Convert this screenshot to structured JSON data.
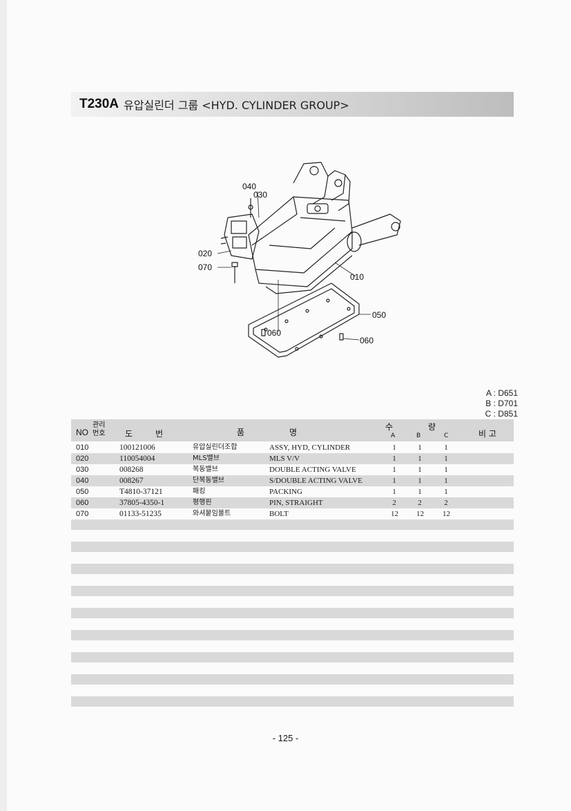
{
  "title": {
    "code": "T230A",
    "text": "유압실린더 그룹 <HYD. CYLINDER GROUP>"
  },
  "diagram": {
    "callouts": [
      "040",
      "030",
      "020",
      "070",
      "010",
      "050",
      "060",
      "060"
    ]
  },
  "models": [
    "A : D651",
    "B : D701",
    "C : D851"
  ],
  "table": {
    "headers": {
      "no": "NO",
      "ref": "관리 번호",
      "part_no_a": "도",
      "part_no_b": "번",
      "name_a": "품",
      "name_b": "명",
      "qty_a": "수",
      "qty_b": "량",
      "qty_cols": [
        "A",
        "B",
        "C"
      ],
      "remarks": "비 고"
    },
    "rows": [
      {
        "no": "010",
        "part_no": "100121006",
        "name_kr": "유압실린더조합",
        "name_en": "ASSY, HYD, CYLINDER",
        "qa": "1",
        "qb": "1",
        "qc": "1"
      },
      {
        "no": "020",
        "part_no": "110054004",
        "name_kr": "MLS밸브",
        "name_en": "MLS V/V",
        "qa": "1",
        "qb": "1",
        "qc": "1"
      },
      {
        "no": "030",
        "part_no": "008268",
        "name_kr": "복동밸브",
        "name_en": "DOUBLE ACTING VALVE",
        "qa": "1",
        "qb": "1",
        "qc": "1"
      },
      {
        "no": "040",
        "part_no": "008267",
        "name_kr": "단복동밸브",
        "name_en": "S/DOUBLE ACTING VALVE",
        "qa": "1",
        "qb": "1",
        "qc": "1"
      },
      {
        "no": "050",
        "part_no": "T4810-37121",
        "name_kr": "패킹",
        "name_en": "PACKING",
        "qa": "1",
        "qb": "1",
        "qc": "1"
      },
      {
        "no": "060",
        "part_no": "37805-4350-1",
        "name_kr": "평행핀",
        "name_en": "PIN, STRAIGHT",
        "qa": "2",
        "qb": "2",
        "qc": "2"
      },
      {
        "no": "070",
        "part_no": "01133-51235",
        "name_kr": "와셔붙임볼트",
        "name_en": "BOLT",
        "qa": "12",
        "qb": "12",
        "qc": "12"
      }
    ]
  },
  "page_number": "- 125 -"
}
